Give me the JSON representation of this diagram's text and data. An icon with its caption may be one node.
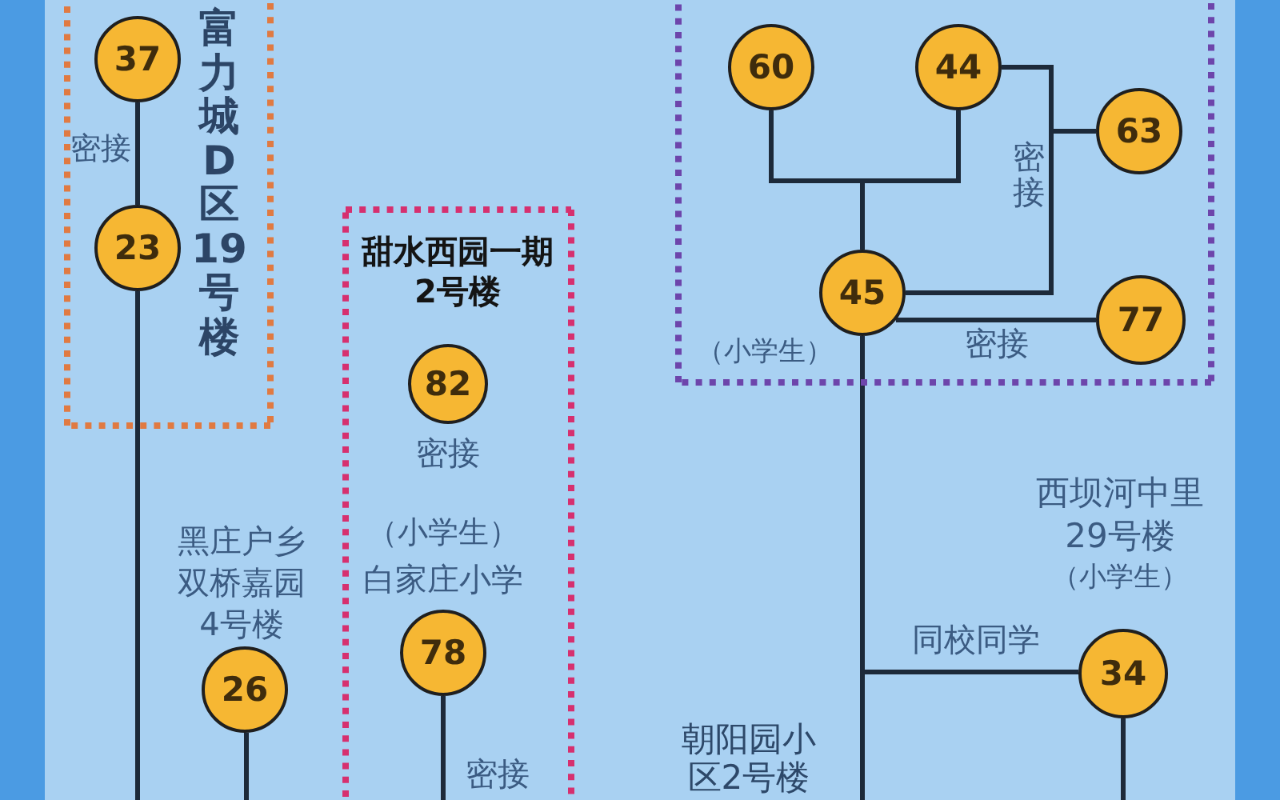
{
  "diagram": {
    "nodes": [
      {
        "text": [
          "富力城D区19号楼"
        ]
      },
      {
        "text": [
          "37"
        ],
        "in": 0
      },
      {
        "text": [
          "23"
        ],
        "in": 0
      },
      {
        "text": [],
        "shape": "box"
      },
      {
        "text": [
          "60"
        ],
        "in": 3
      },
      {
        "text": [
          "44"
        ],
        "in": 3
      },
      {
        "text": [
          "63"
        ],
        "in": 3
      },
      {
        "text": [
          "45"
        ],
        "in": 3,
        "beside": [
          "（小学生）"
        ]
      },
      {
        "text": [
          "77"
        ],
        "in": 3
      },
      {
        "text": [
          "甜水西园一期2号楼"
        ]
      },
      {
        "text": [
          "82"
        ],
        "in": 9,
        "beside": [
          "密接"
        ]
      },
      {
        "text": [
          "78"
        ],
        "in": 9,
        "beside": [
          "（小学生）",
          "白家庄小学"
        ]
      },
      {
        "text": [
          "26"
        ],
        "beside": [
          "黑庄户乡双桥嘉园4号楼"
        ]
      },
      {
        "text": [
          "34"
        ],
        "beside": [
          "西坝河中里29号楼",
          "（小学生）"
        ]
      }
    ],
    "edges": [
      {
        "from": 1,
        "to": 2,
        "arrow": "none",
        "label": "密接"
      },
      {
        "from": 2,
        "to": null,
        "arrow": "none"
      },
      {
        "from": 4,
        "to": 7,
        "arrow": "none"
      },
      {
        "from": 5,
        "to": 7,
        "arrow": "none"
      },
      {
        "from": 5,
        "to": 7,
        "arrow": "none",
        "label": "密接"
      },
      {
        "from": 6,
        "to": 7,
        "arrow": "none"
      },
      {
        "from": 7,
        "to": 8,
        "arrow": "none",
        "label": "密接"
      },
      {
        "from": 7,
        "to": 13,
        "arrow": "none",
        "label": "同校同学"
      },
      {
        "from": 7,
        "to": null,
        "arrow": "none"
      },
      {
        "from": 13,
        "to": null,
        "arrow": "none"
      },
      {
        "from": 12,
        "to": null,
        "arrow": "none"
      },
      {
        "from": 11,
        "to": null,
        "arrow": "none",
        "label": "密接"
      }
    ],
    "labels": [
      "朝阳园小区2号楼"
    ]
  }
}
